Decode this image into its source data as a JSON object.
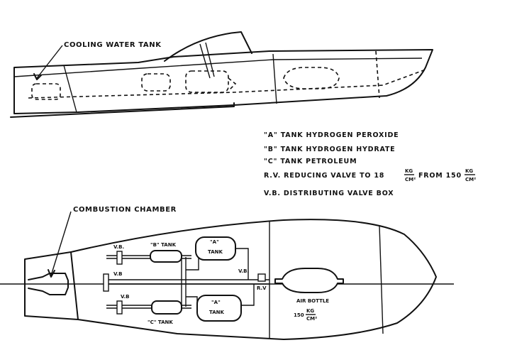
{
  "labels": {
    "cooling_water_tank": "COOLING WATER TANK",
    "combustion_chamber": "COMBUSTION CHAMBER",
    "vb_top": "V.B.",
    "vb_mid": "V.B",
    "vb_bottom": "V.B",
    "vb_right": "V.B.",
    "b_tank": "\"B\" TANK",
    "a_tank_top": "\"A\"",
    "a_tank_top_word": "TANK",
    "a_tank_bottom": "\"A\"",
    "a_tank_bottom_word": "TANK",
    "c_tank": "\"C\" TANK",
    "rv": "R.V",
    "air_bottle": "AIR BOTTLE",
    "air_bottle_pressure": "150",
    "kg": "KG",
    "cm2": "CM²"
  },
  "legend": {
    "a": "\"A\" TANK HYDROGEN PEROXIDE",
    "b": "\"B\" TANK HYDROGEN HYDRATE",
    "c": "\"C\" TANK PETROLEUM",
    "rv_prefix": "R.V. REDUCING VALVE TO 18",
    "rv_mid": "FROM 150",
    "rv_unit_top": "KG",
    "rv_unit_bottom": "CM²",
    "rv_unit2_bottom": "CM²",
    "vb": "V.B. DISTRIBUTING VALVE BOX"
  }
}
